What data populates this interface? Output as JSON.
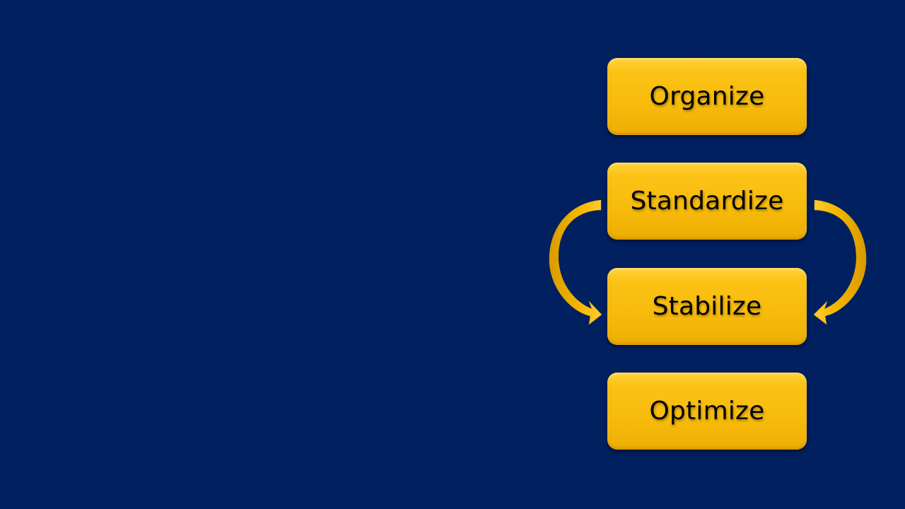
{
  "diagram": {
    "steps": [
      {
        "label": "Organize"
      },
      {
        "label": "Standardize"
      },
      {
        "label": "Stabilize"
      },
      {
        "label": "Optimize"
      }
    ],
    "colors": {
      "background": "#002060",
      "box_fill": "#FBC216",
      "text": "#000000",
      "arrow": "#F5B800"
    },
    "connectors": [
      {
        "from": "Standardize",
        "to": "Stabilize",
        "side": "left",
        "icon": "curved-arrow-icon"
      },
      {
        "from": "Standardize",
        "to": "Stabilize",
        "side": "right",
        "icon": "curved-arrow-icon"
      }
    ]
  }
}
